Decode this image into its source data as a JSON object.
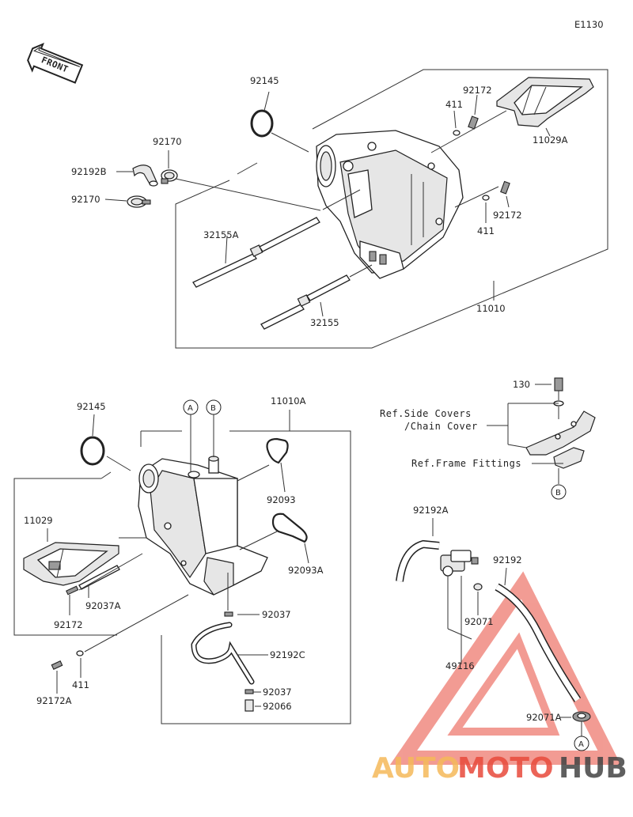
{
  "page_code": "E1130",
  "front_label": "FRONT",
  "upper_assembly": {
    "labels": {
      "oring": "92145",
      "clamp_top": "92170",
      "hose_bent": "92192B",
      "clamp_bottom": "92170",
      "pipe_a": "32155A",
      "pipe": "32155",
      "assembly": "11010",
      "washer_top": "411",
      "bolt_top": "92172",
      "filter": "11029A",
      "washer_side": "411",
      "bolt_side": "92172"
    }
  },
  "lower_assembly": {
    "labels": {
      "oring": "92145",
      "connector_a": "A",
      "connector_b": "B",
      "assembly": "11010A",
      "filter": "11029",
      "seal_1": "92093",
      "seal_2": "92093A",
      "clip_1": "92037",
      "strap": "92037A",
      "bolt": "92172",
      "hose": "92192C",
      "clip_2": "92037",
      "plug": "92066",
      "washer": "411",
      "bolt_a": "92172A"
    }
  },
  "bracket_detail": {
    "labels": {
      "bolt": "130",
      "ref_side_covers_1": "Ref.Side Covers",
      "ref_side_covers_2": "/Chain Cover",
      "ref_frame": "Ref.Frame Fittings",
      "connector_b": "B"
    }
  },
  "valve_detail": {
    "labels": {
      "hose_a": "92192A",
      "hose": "92192",
      "clamp": "92071",
      "valve": "49116",
      "grommet": "92071A",
      "connector_a": "A"
    }
  },
  "watermark": {
    "part1": "AUTO",
    "part2": "MOTO",
    "part3": "HUB",
    "color_light": "#f5b95a",
    "color_red": "#e84a3c",
    "color_dark": "#444444"
  }
}
